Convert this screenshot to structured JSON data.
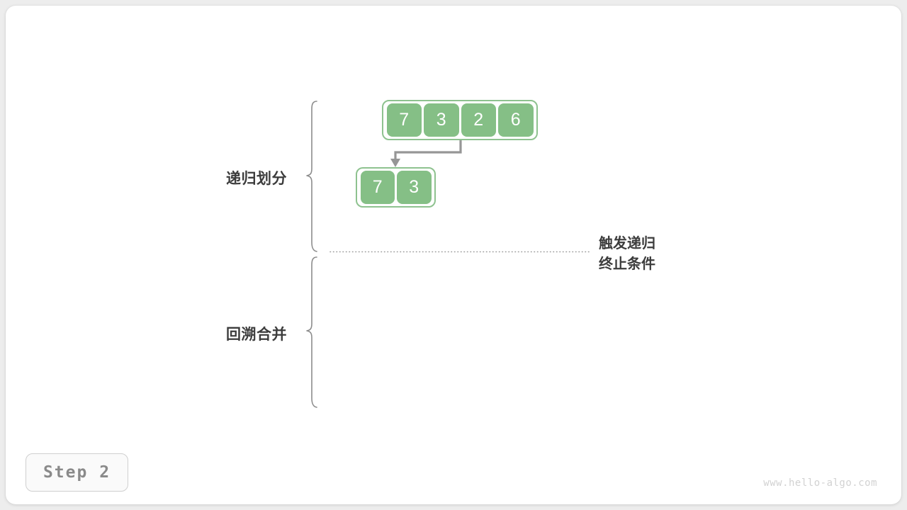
{
  "page": {
    "background_color": "#ededed",
    "card_color": "#ffffff",
    "watermark": "www.hello-algo.com",
    "step_badge": "Step 2"
  },
  "palette": {
    "cell_fill": "#85bf86",
    "cell_border": "#8ec28f",
    "cell_text": "#ffffff",
    "label_text": "#3c3c3c",
    "arrow": "#969696",
    "brace": "#8c8c8c",
    "dotted_line": "#9a9a9a",
    "badge_text": "#8a8a8a",
    "watermark_text": "#d2d2d2"
  },
  "stages": [
    {
      "name": "divide",
      "label": "递归划分"
    },
    {
      "name": "merge",
      "label": "回溯合并"
    }
  ],
  "annotation": {
    "line1": "触发递归",
    "line2": "终止条件"
  },
  "arrays": [
    {
      "name": "root-array",
      "values": [
        "7",
        "3",
        "2",
        "6"
      ]
    },
    {
      "name": "left-subarray",
      "values": [
        "7",
        "3"
      ]
    }
  ]
}
